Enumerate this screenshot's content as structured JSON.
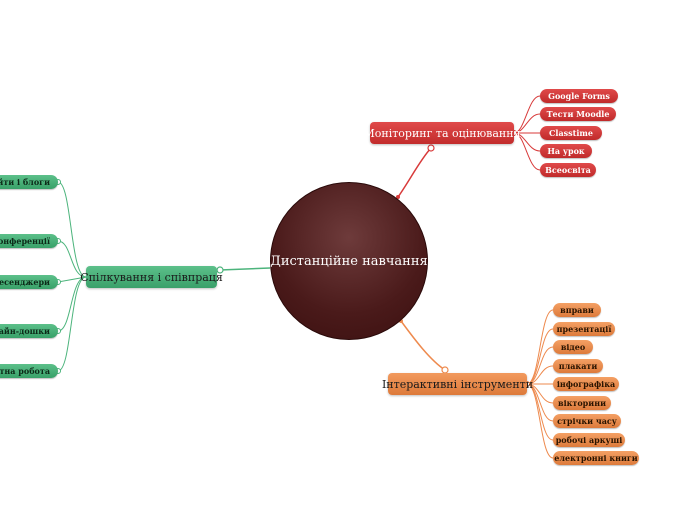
{
  "central": "Дистанційне навчання",
  "branches": {
    "monitoring": {
      "label": "Моніторинг та оцінювання",
      "items": [
        "Google Forms",
        "Тести Moodle",
        "Classtime",
        "На урок",
        "Всеосвіта"
      ]
    },
    "interactive": {
      "label": "Інтерактивні інструменти",
      "items": [
        "вправи",
        "презентації",
        "відео",
        "плакати",
        "інфографіка",
        "вікторини",
        "стрічки часу",
        "робочі аркуші",
        "електронні книги"
      ]
    },
    "communication": {
      "label": "Спілкування і співпраця",
      "items": [
        "сайти і блоги",
        "еоконференції",
        "месенджери",
        "лайн-дошки",
        "ектна робота"
      ]
    }
  },
  "colors": {
    "monitoring": "#d83a3a",
    "interactive": "#ee8a4e",
    "communication": "#4cb47c",
    "central": "#4a1a1a"
  }
}
